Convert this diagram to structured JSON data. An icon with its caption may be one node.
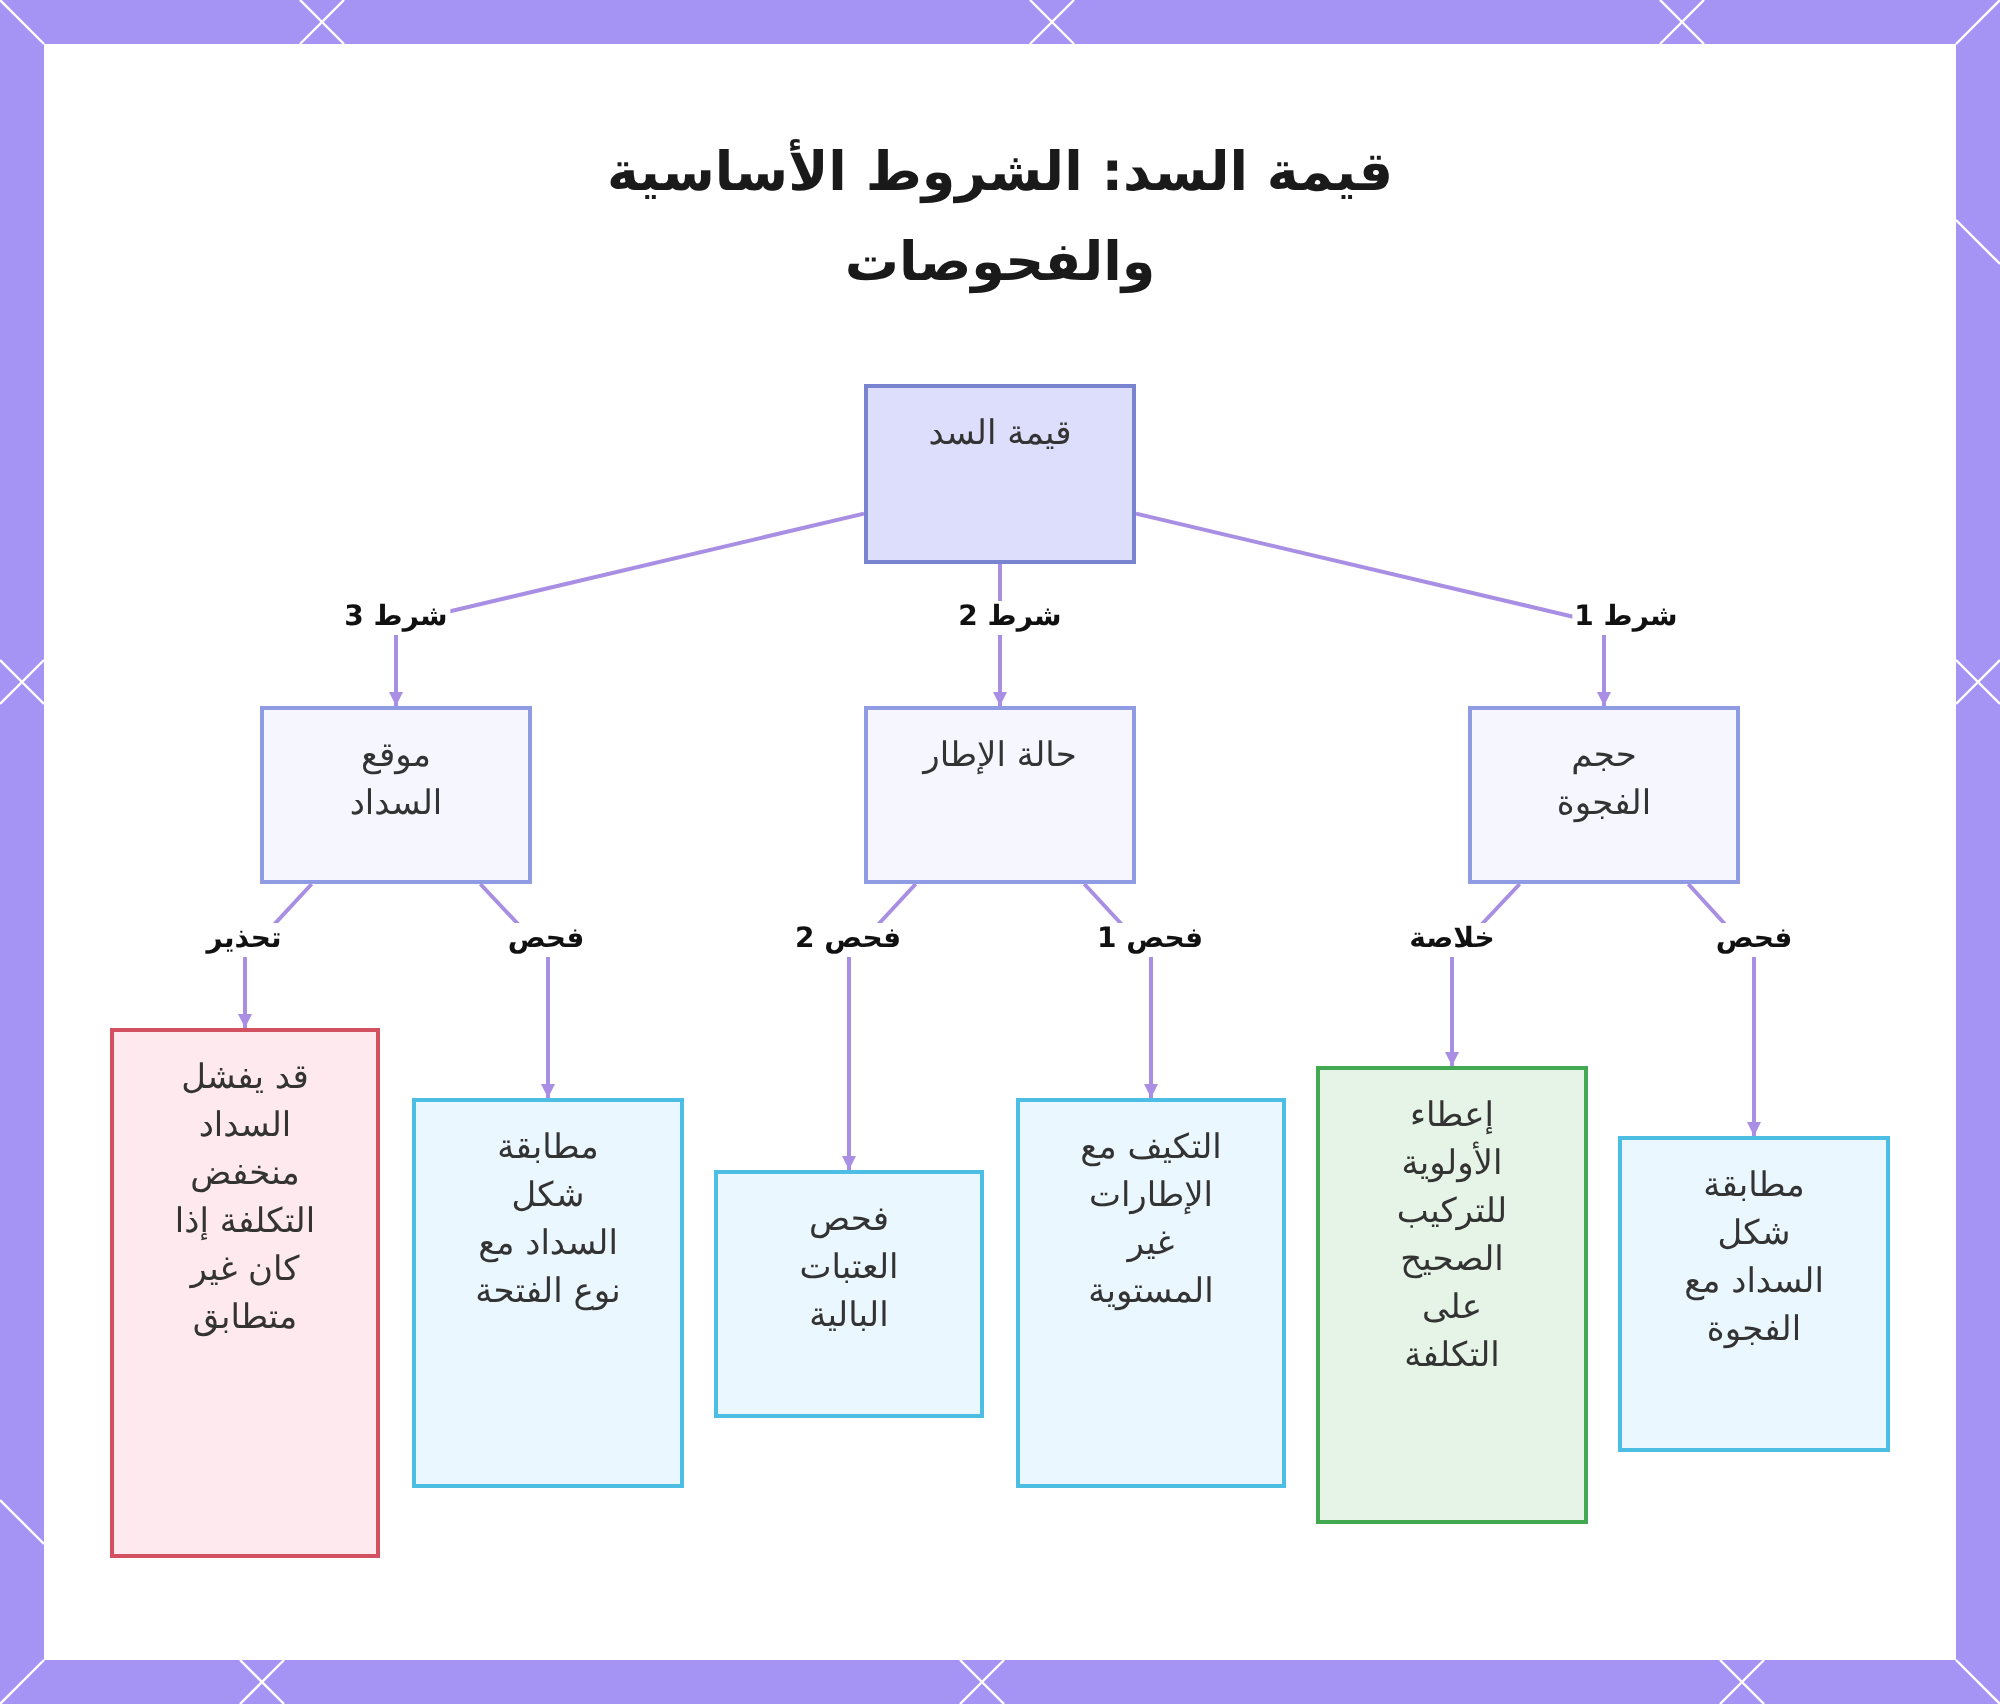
{
  "diagram": {
    "title": "قيمة السد: الشروط الأساسية والفحوصات",
    "nodes": [
      {
        "text": [
          "قيمة السد"
        ]
      },
      {
        "text": [
          "حجم الفجوة"
        ]
      },
      {
        "text": [
          "حالة الإطار"
        ]
      },
      {
        "text": [
          "موقع السداد"
        ]
      },
      {
        "text": [
          "مطابقة شكل السداد مع الفجوة"
        ]
      },
      {
        "text": [
          "إعطاء الأولوية للتركيب الصحيح على التكلفة"
        ]
      },
      {
        "text": [
          "التكيف مع الإطارات غير المستوية"
        ]
      },
      {
        "text": [
          "فحص العتبات البالية"
        ]
      },
      {
        "text": [
          "مطابقة شكل السداد مع نوع الفتحة"
        ]
      },
      {
        "text": [
          "قد يفشل السداد منخفض التكلفة إذا كان غير متطابق"
        ]
      }
    ],
    "edges": [
      {
        "from": 0,
        "to": 1,
        "arrow": "to",
        "label": "شرط 1"
      },
      {
        "from": 0,
        "to": 2,
        "arrow": "to",
        "label": "شرط 2"
      },
      {
        "from": 0,
        "to": 3,
        "arrow": "to",
        "label": "شرط 3"
      },
      {
        "from": 1,
        "to": 4,
        "arrow": "to",
        "label": "فحص"
      },
      {
        "from": 1,
        "to": 5,
        "arrow": "to",
        "label": "خلاصة"
      },
      {
        "from": 2,
        "to": 6,
        "arrow": "to",
        "label": "فحص 1"
      },
      {
        "from": 2,
        "to": 7,
        "arrow": "to",
        "label": "فحص 2"
      },
      {
        "from": 3,
        "to": 8,
        "arrow": "to",
        "label": "فحص"
      },
      {
        "from": 3,
        "to": 9,
        "arrow": "to",
        "label": "تحذير"
      }
    ]
  }
}
